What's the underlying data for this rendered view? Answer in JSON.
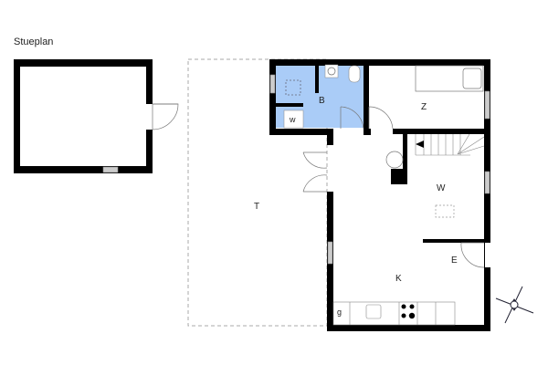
{
  "header": {
    "title": "Stueplan"
  },
  "rooms": {
    "bathroom": {
      "label": "B",
      "color": "#aaccf7"
    },
    "bedroom": {
      "label": "Z"
    },
    "living": {
      "label": "W"
    },
    "kitchen": {
      "label": "K"
    },
    "entrance": {
      "label": "E"
    },
    "terrace": {
      "label": "T"
    },
    "washer": {
      "label": "w"
    },
    "kitchen_g": {
      "label": "g"
    }
  },
  "compass": {
    "label": "compass-rose"
  }
}
